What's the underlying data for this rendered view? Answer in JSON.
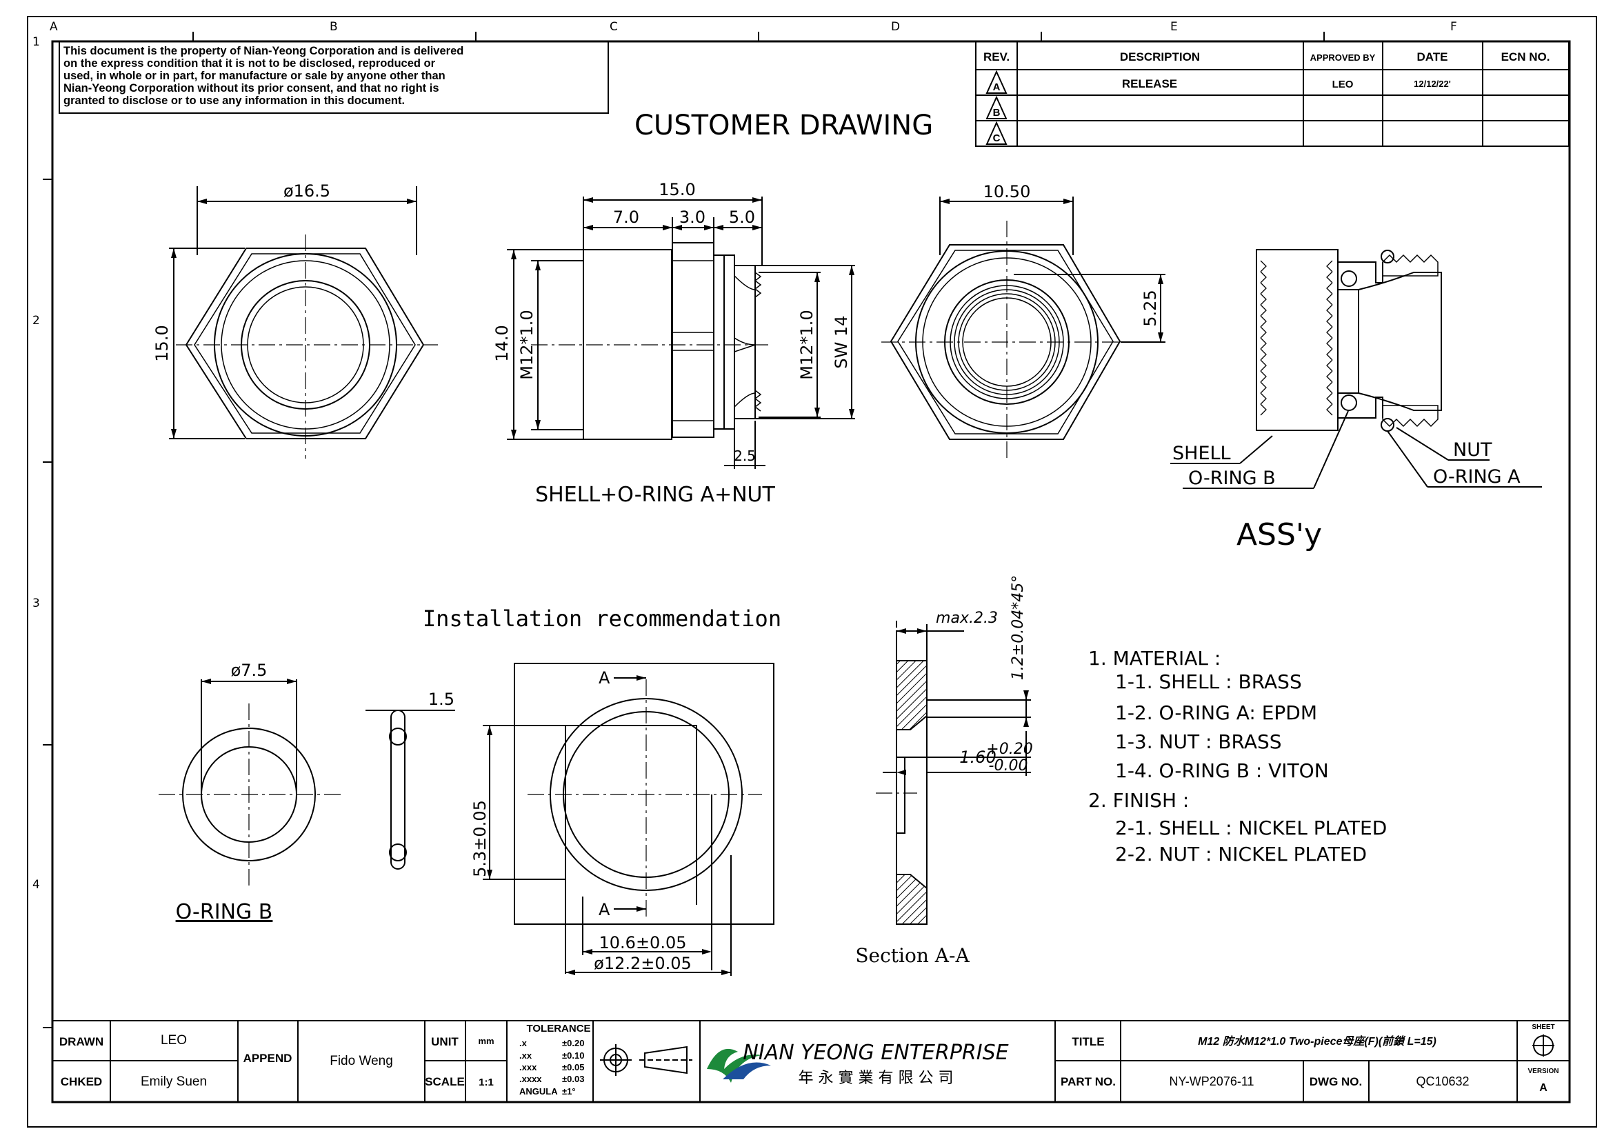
{
  "notice": [
    "This document is the property of Nian-Yeong Corporation and is delivered",
    "on  the  express condition that it is not to be disclosed, reproduced or",
    "used, in whole or in part, for manufacture or sale by anyone other than",
    "Nian-Yeong Corporation without  its prior consent, and that  no right  is",
    "granted to disclose or to use any information in this  document."
  ],
  "drawing_title": "CUSTOMER  DRAWING",
  "grid": {
    "columns": [
      "A",
      "B",
      "C",
      "D",
      "E",
      "F"
    ],
    "rows": [
      "1",
      "2",
      "3",
      "4"
    ]
  },
  "revision_table": {
    "headers": [
      "REV.",
      "DESCRIPTION",
      "APPROVED BY",
      "DATE",
      "ECN NO."
    ],
    "rows": [
      {
        "rev": "A",
        "description": "RELEASE",
        "approved_by": "LEO",
        "date": "12/12/22'",
        "ecn": ""
      },
      {
        "rev": "B",
        "description": "",
        "approved_by": "",
        "date": "",
        "ecn": ""
      },
      {
        "rev": "C",
        "description": "",
        "approved_by": "",
        "date": "",
        "ecn": ""
      }
    ]
  },
  "views": {
    "front": {
      "dim_diameter": "ø16.5",
      "dim_height": "15.0"
    },
    "side": {
      "dim_total": "15.0",
      "dim_a": "7.0",
      "dim_b": "3.0",
      "dim_c": "5.0",
      "dim_height": "14.0",
      "dim_thread_left": "M12*1.0",
      "dim_thread_right": "M12*1.0",
      "dim_sw": "SW 14",
      "dim_bottom": "2.5",
      "caption": "SHELL+O-RING A+NUT"
    },
    "rear": {
      "dim_width": "10.50",
      "dim_height": "5.25"
    },
    "assembly": {
      "caption": "ASS'y",
      "labels": {
        "shell": "SHELL",
        "oring_b": "O-RING B",
        "nut": "NUT",
        "oring_a": "O-RING A"
      }
    },
    "oring_b": {
      "dim_diameter": "ø7.5",
      "dim_section": "1.5",
      "caption": "O-RING B"
    },
    "installation": {
      "title": "Installation recommendation",
      "section_mark": "A",
      "dim_height": "5.3±0.05",
      "dim_inner": "10.6±0.05",
      "dim_outer": "ø12.2±0.05"
    },
    "section": {
      "dim_max": "max.2.3",
      "dim_chamfer": "1.2±0.04*45°",
      "dim_thickness_base": "1.60",
      "dim_thickness_plus": "+0.20",
      "dim_thickness_minus": "-0.00",
      "caption": "Section A-A"
    }
  },
  "notes": [
    "1.  MATERIAL  :",
    "1-1.  SHELL  :  BRASS",
    "1-2.  O-RING  A:  EPDM",
    "1-3.  NUT  :  BRASS",
    "1-4.  O-RING  B  :  VITON",
    "2.  FINISH  :",
    "2-1.  SHELL  :  NICKEL  PLATED",
    "2-2.  NUT  :  NICKEL  PLATED"
  ],
  "title_block": {
    "drawn_label": "DRAWN",
    "drawn_value": "LEO",
    "checked_label": "CHKED",
    "checked_value": "Emily Suen",
    "append_label": "APPEND",
    "append_value": "Fido Weng",
    "unit_label": "UNIT",
    "unit_value": "mm",
    "scale_label": "SCALE",
    "scale_value": "1:1",
    "tolerance_title": "TOLERANCE",
    "tolerances": [
      {
        "k": ".x",
        "v": "±0.20"
      },
      {
        "k": ".xx",
        "v": "±0.10"
      },
      {
        "k": ".xxx",
        "v": "±0.05"
      },
      {
        "k": ".xxxx",
        "v": "±0.03"
      },
      {
        "k": "ANGULA",
        "v": "±1°"
      }
    ],
    "company_name": "NIAN YEONG ENTERPRISE",
    "company_chinese": "年 永 實 業 有 限 公 司",
    "title_label": "TITLE",
    "title_value": "M12 防水M12*1.0 Two-piece母座(F)(前鎖 L=15)",
    "part_label": "PART NO.",
    "part_value": "NY-WP2076-11",
    "dwg_label": "DWG NO.",
    "dwg_value": "QC10632",
    "sheet_label": "SHEET",
    "version_label": "VERSION",
    "version_value": "A"
  },
  "colors": {
    "line": "#000000",
    "background": "#ffffff"
  }
}
